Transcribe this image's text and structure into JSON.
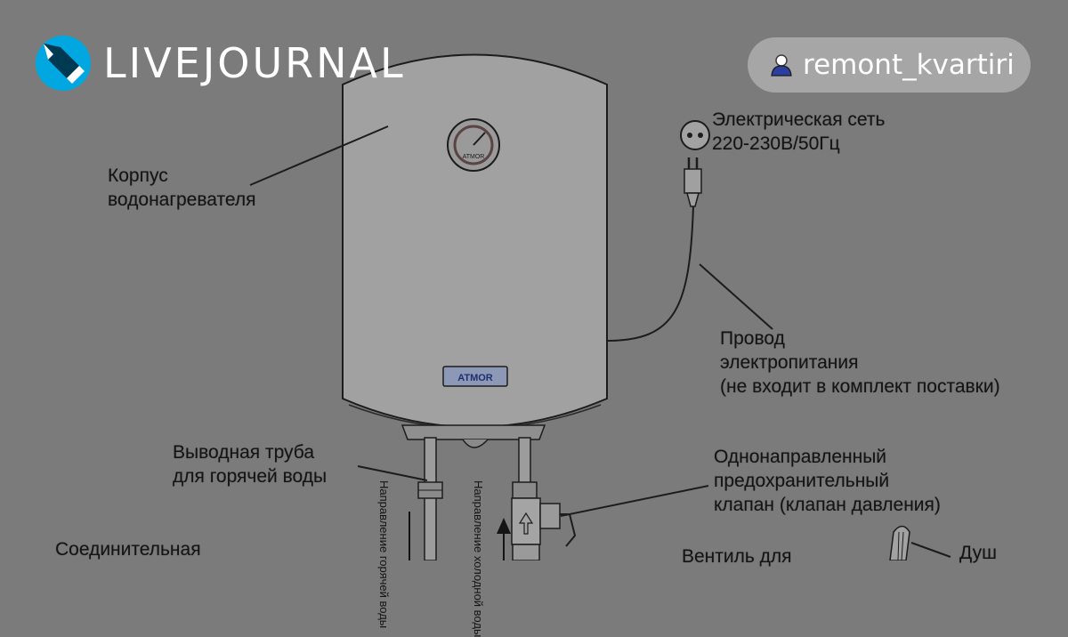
{
  "header": {
    "brand": "LIVEJOURNAL",
    "username": "remont_kvartiri"
  },
  "diagram": {
    "heater_brand_top": "ATMOR",
    "heater_brand_panel": "ATMOR",
    "labels": {
      "body": [
        "Корпус",
        "водонагревателя"
      ],
      "network": [
        "Электрическая сеть",
        "220-230В/50Гц"
      ],
      "cable": [
        "Провод",
        "электропитания",
        "(не входит в комплект поставки)"
      ],
      "hot_pipe": [
        "Выводная труба",
        "для горячей воды"
      ],
      "valve": [
        "Однонаправленный",
        "предохранительный",
        "клапан (клапан давления)"
      ],
      "connecting": "Соединительная",
      "tap": "Вентиль для",
      "shower": "Душ",
      "hot_direction": "Направление горячей воды",
      "cold_direction": "Направление холодной воды"
    }
  }
}
